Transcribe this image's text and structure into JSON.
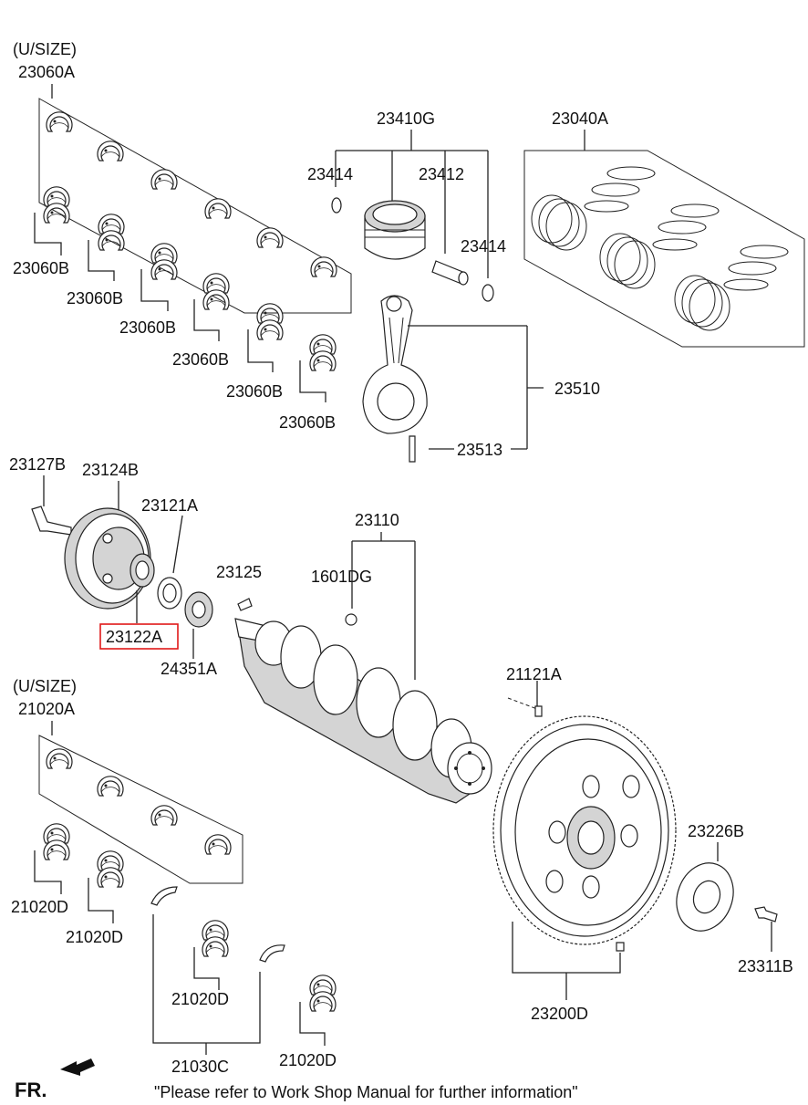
{
  "labels": {
    "usize_top": "(U/SIZE)",
    "p23060A": "23060A",
    "p23060B_1": "23060B",
    "p23060B_2": "23060B",
    "p23060B_3": "23060B",
    "p23060B_4": "23060B",
    "p23060B_5": "23060B",
    "p23060B_6": "23060B",
    "p23410G": "23410G",
    "p23414_a": "23414",
    "p23412": "23412",
    "p23414_b": "23414",
    "p23040A": "23040A",
    "p23510": "23510",
    "p23513": "23513",
    "p23127B": "23127B",
    "p23124B": "23124B",
    "p23121A": "23121A",
    "p23122A": "23122A",
    "p24351A": "24351A",
    "p23125": "23125",
    "p1601DG": "1601DG",
    "p23110": "23110",
    "usize_bottom": "(U/SIZE)",
    "p21020A": "21020A",
    "p21020D_1": "21020D",
    "p21020D_2": "21020D",
    "p21020D_3": "21020D",
    "p21020D_4": "21020D",
    "p21030C": "21030C",
    "p21121A": "21121A",
    "p23226B": "23226B",
    "p23311B": "23311B",
    "p23200D": "23200D"
  },
  "highlighted_part": "23122A",
  "highlight_color": "#e01818",
  "footer": {
    "fr": "FR.",
    "note": "\"Please refer to Work Shop Manual for further information\""
  }
}
